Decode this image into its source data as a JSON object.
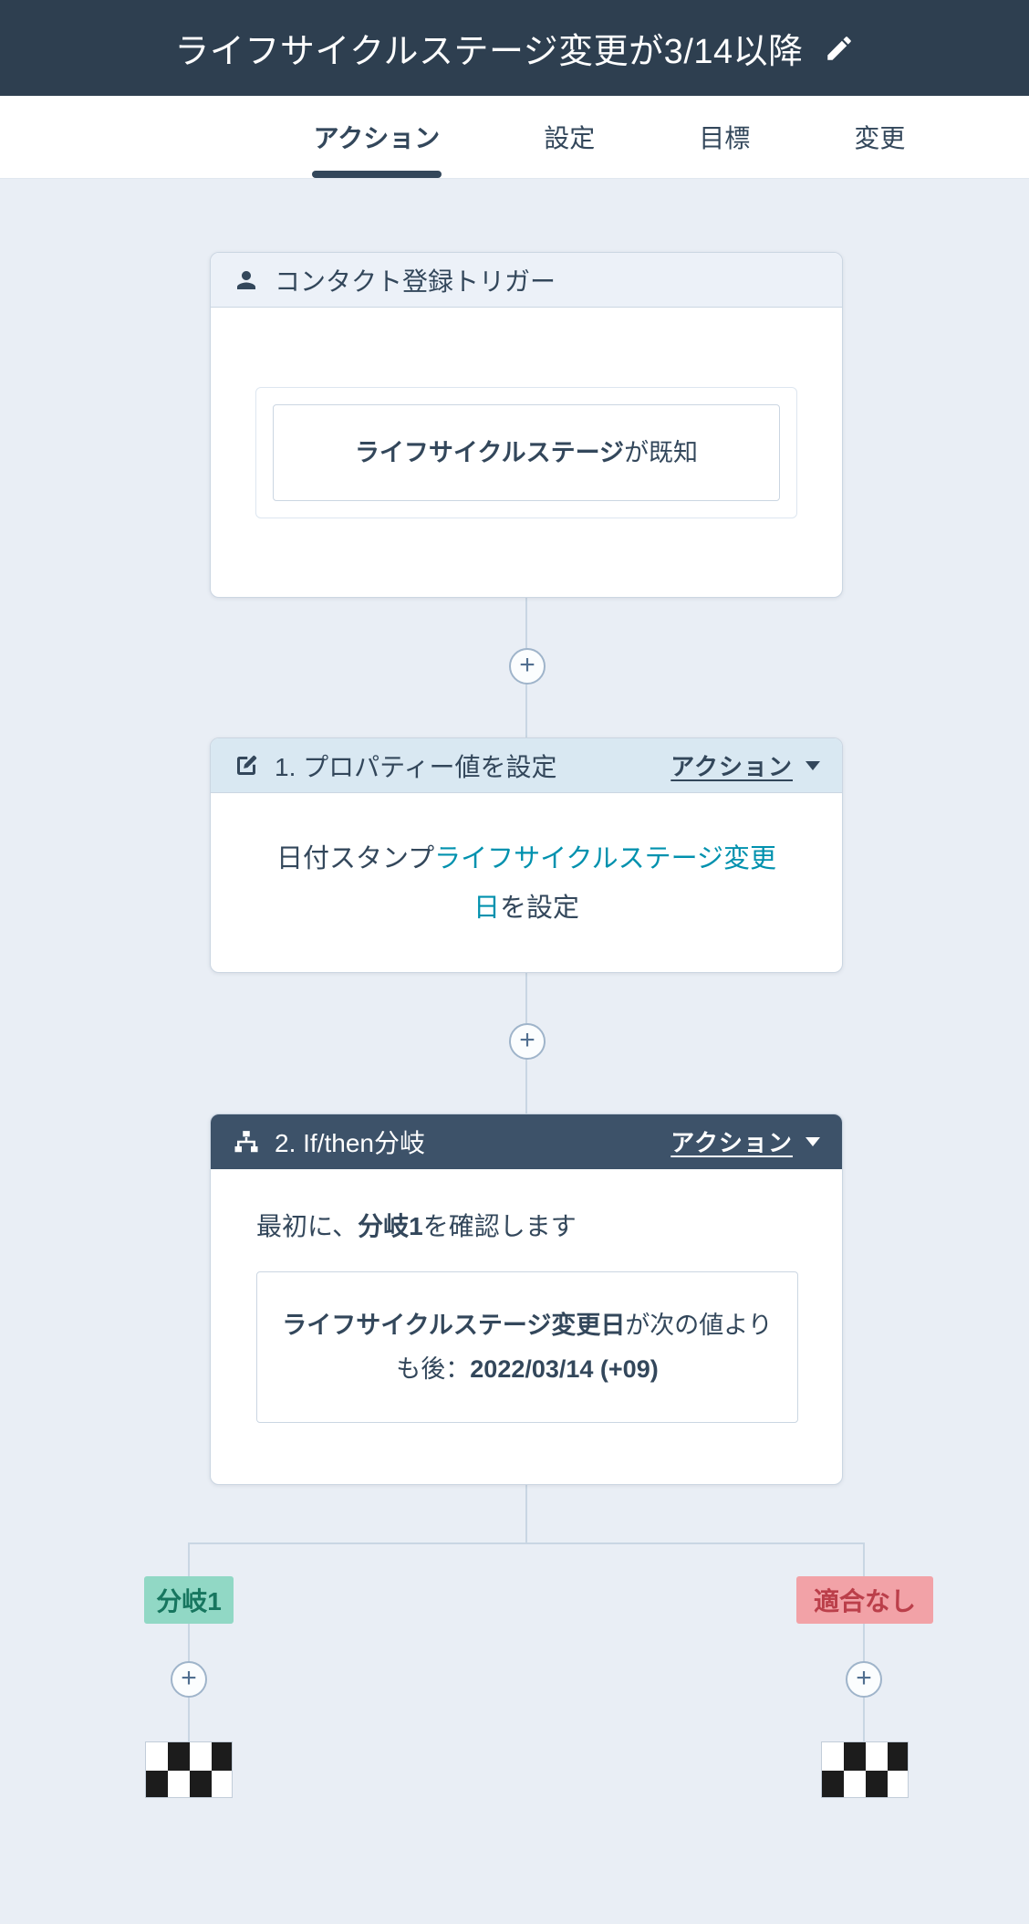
{
  "header": {
    "title": "ライフサイクルステージ変更が3/14以降"
  },
  "tabs": {
    "actions": "アクション",
    "settings": "設定",
    "goals": "目標",
    "changes": "変更"
  },
  "trigger_card": {
    "title": "コンタクト登録トリガー",
    "filter_property": "ライフサイクルステージ",
    "filter_condition": "が既知"
  },
  "action1_card": {
    "title": "1. プロパティー値を設定",
    "menu_label": "アクション",
    "body_prefix": "日付スタンプ",
    "body_link": "ライフサイクルステージ変更日",
    "body_suffix": "を設定"
  },
  "action2_card": {
    "title": "2. If/then分岐",
    "menu_label": "アクション",
    "intro_prefix": "最初に、",
    "intro_branch": "分岐1",
    "intro_suffix": "を確認します",
    "condition_property": "ライフサイクルステージ変更日",
    "condition_operator": "が次の値よりも後：",
    "condition_value": "2022/03/14 (+09)"
  },
  "branches": {
    "positive_label": "分岐1",
    "negative_label": "適合なし"
  },
  "icons": {
    "title_edit": "pencil-icon",
    "trigger": "contact-person-icon",
    "action1": "edit-property-icon",
    "action2": "branch-sitemap-icon",
    "connectors": "plus-icon",
    "end": "checkered-flag-icon"
  },
  "colors": {
    "header_bg": "#2e3f50",
    "canvas_bg": "#e9eef5",
    "card_border": "#cbd6e2",
    "trigger_header_bg": "#ecf1f8",
    "action1_header_bg": "#d9e8f2",
    "action2_header_bg": "#3d5269",
    "text": "#33475b",
    "link": "#0091ae",
    "branch_positive_bg": "#91d8c5",
    "branch_positive_text": "#17765f",
    "branch_negative_bg": "#f2a2a7",
    "branch_negative_text": "#bb3f4a"
  }
}
